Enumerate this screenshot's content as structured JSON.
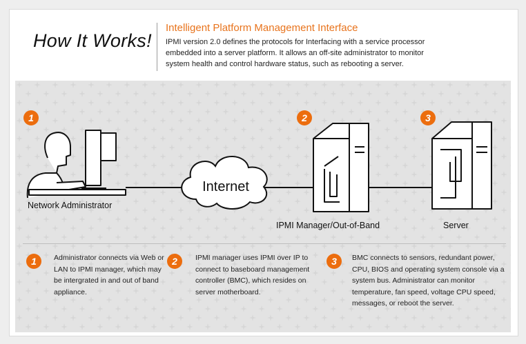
{
  "header": {
    "headline": "How It Works!",
    "title": "Intelligent Platform Management Interface",
    "description": "IPMI version 2.0 defines the protocols for Interfacing with a service processor embedded into a server platform. It allows an off-site administrator to monitor system health and control hardware status, such as rebooting a server."
  },
  "diagram": {
    "cloud_label": "Internet",
    "nodes": [
      {
        "badge": "1",
        "label": "Network Administrator"
      },
      {
        "badge": "2",
        "label": "IPMI Manager/Out-of-Band"
      },
      {
        "badge": "3",
        "label": "Server"
      }
    ]
  },
  "steps": [
    {
      "badge": "1",
      "text": "Administrator connects via Web or LAN to IPMI manager, which may be intergrated in and out of band appliance."
    },
    {
      "badge": "2",
      "text": "IPMI manager uses IPMI over IP to connect to baseboard management controller (BMC), which resides on server motherboard."
    },
    {
      "badge": "3",
      "text": "BMC connects to sensors, redundant power, CPU, BIOS and operating system console via a system bus. Administrator can monitor temperature, fan speed, voltage CPU speed, messages, or reboot the server."
    }
  ],
  "colors": {
    "accent": "#ec6d0e",
    "title": "#e8731c"
  }
}
